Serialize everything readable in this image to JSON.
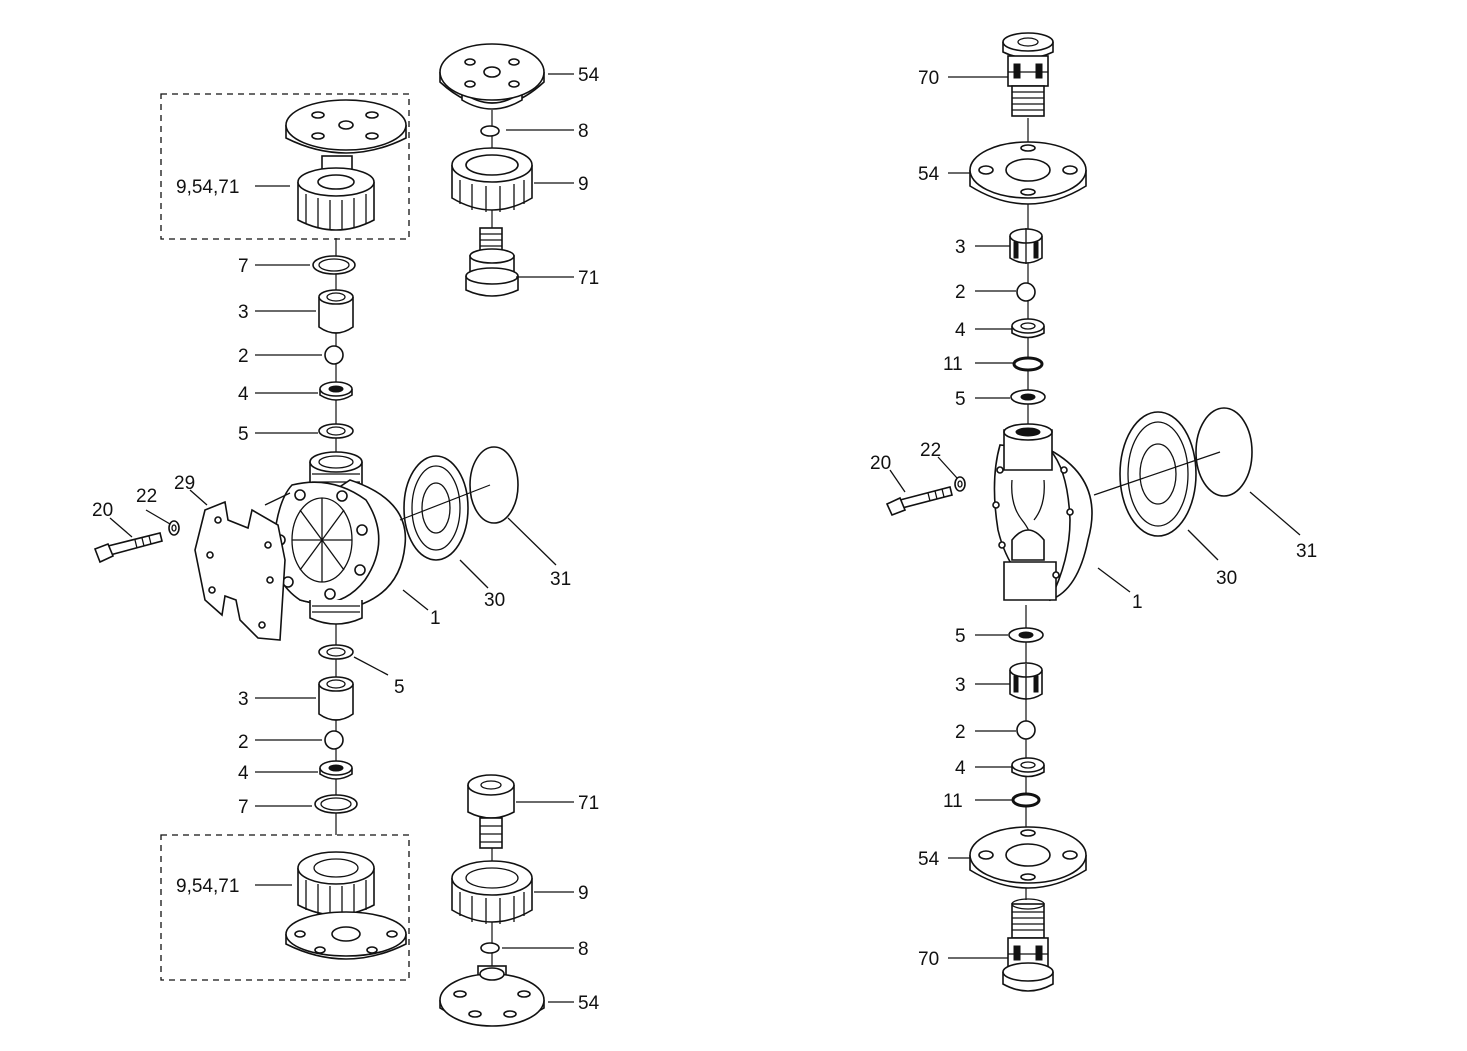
{
  "left_view": {
    "callouts": [
      {
        "id": "l-54-top",
        "text": "54"
      },
      {
        "id": "l-8-top",
        "text": "8"
      },
      {
        "id": "l-9-top",
        "text": "9"
      },
      {
        "id": "l-71-top",
        "text": "71"
      },
      {
        "id": "l-95471-top",
        "text": "9,54,71"
      },
      {
        "id": "l-7-top",
        "text": "7"
      },
      {
        "id": "l-3-top",
        "text": "3"
      },
      {
        "id": "l-2-top",
        "text": "2"
      },
      {
        "id": "l-4-top",
        "text": "4"
      },
      {
        "id": "l-5-top",
        "text": "5"
      },
      {
        "id": "l-29",
        "text": "29"
      },
      {
        "id": "l-22",
        "text": "22"
      },
      {
        "id": "l-20",
        "text": "20"
      },
      {
        "id": "l-1",
        "text": "1"
      },
      {
        "id": "l-30",
        "text": "30"
      },
      {
        "id": "l-31",
        "text": "31"
      },
      {
        "id": "l-5-bot",
        "text": "5"
      },
      {
        "id": "l-3-bot",
        "text": "3"
      },
      {
        "id": "l-2-bot",
        "text": "2"
      },
      {
        "id": "l-4-bot",
        "text": "4"
      },
      {
        "id": "l-7-bot",
        "text": "7"
      },
      {
        "id": "l-95471-bot",
        "text": "9,54,71"
      },
      {
        "id": "l-71-bot",
        "text": "71"
      },
      {
        "id": "l-9-bot",
        "text": "9"
      },
      {
        "id": "l-8-bot",
        "text": "8"
      },
      {
        "id": "l-54-bot",
        "text": "54"
      }
    ]
  },
  "right_view": {
    "callouts": [
      {
        "id": "r-70-top",
        "text": "70"
      },
      {
        "id": "r-54-top",
        "text": "54"
      },
      {
        "id": "r-3-top",
        "text": "3"
      },
      {
        "id": "r-2-top",
        "text": "2"
      },
      {
        "id": "r-4-top",
        "text": "4"
      },
      {
        "id": "r-11-top",
        "text": "11"
      },
      {
        "id": "r-5-top",
        "text": "5"
      },
      {
        "id": "r-20",
        "text": "20"
      },
      {
        "id": "r-22",
        "text": "22"
      },
      {
        "id": "r-1",
        "text": "1"
      },
      {
        "id": "r-30",
        "text": "30"
      },
      {
        "id": "r-31",
        "text": "31"
      },
      {
        "id": "r-5-bot",
        "text": "5"
      },
      {
        "id": "r-3-bot",
        "text": "3"
      },
      {
        "id": "r-2-bot",
        "text": "2"
      },
      {
        "id": "r-4-bot",
        "text": "4"
      },
      {
        "id": "r-11-bot",
        "text": "11"
      },
      {
        "id": "r-54-bot",
        "text": "54"
      },
      {
        "id": "r-70-bot",
        "text": "70"
      }
    ]
  }
}
